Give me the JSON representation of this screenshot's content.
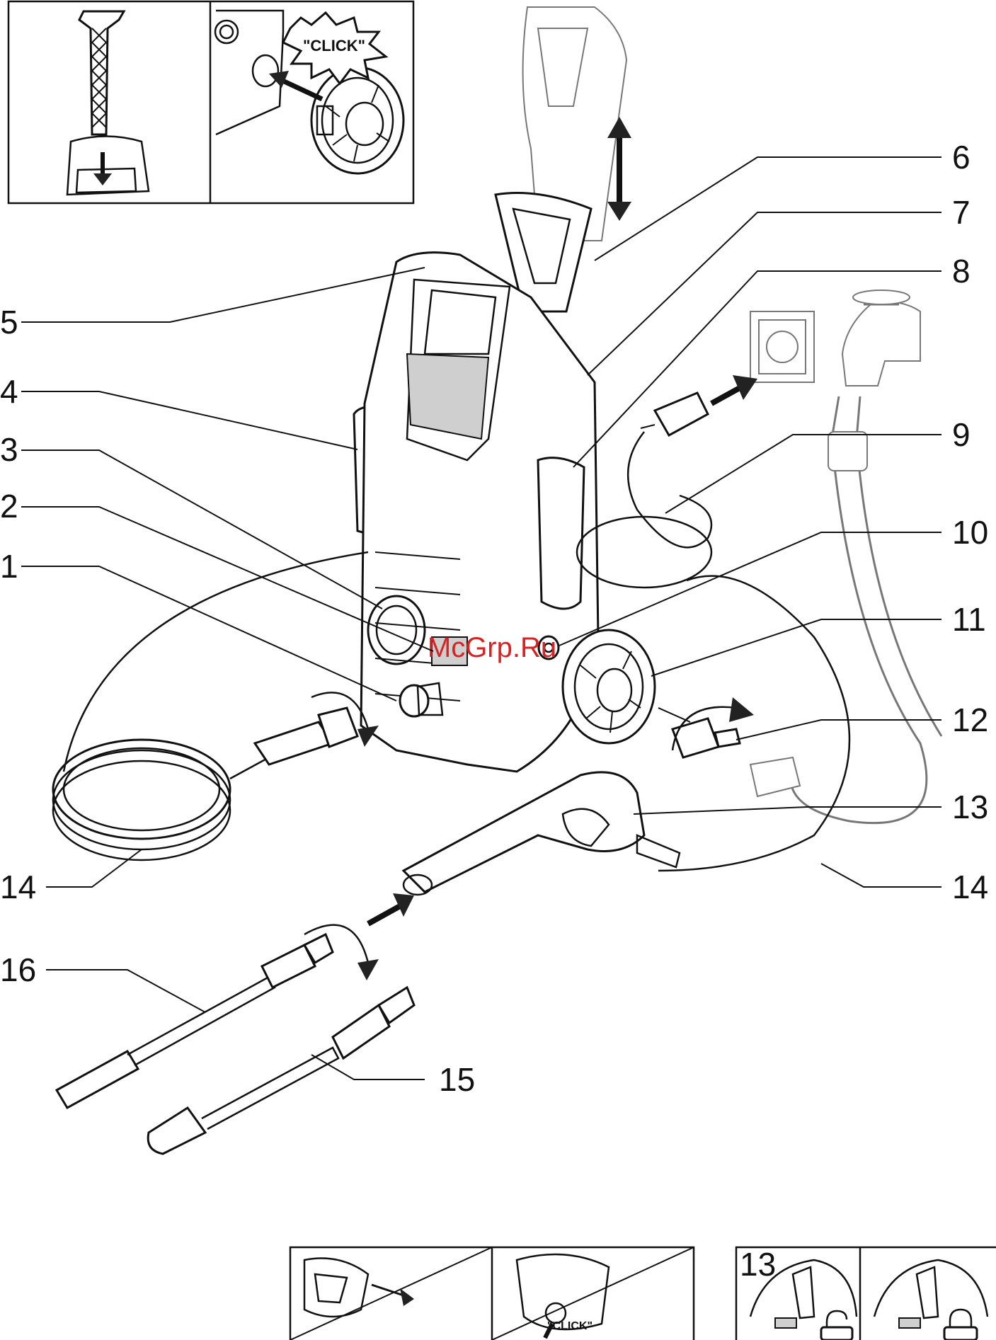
{
  "callouts": [
    {
      "id": "c1",
      "label": "1"
    },
    {
      "id": "c2",
      "label": "2"
    },
    {
      "id": "c3",
      "label": "3"
    },
    {
      "id": "c4",
      "label": "4"
    },
    {
      "id": "c5",
      "label": "5"
    },
    {
      "id": "c6",
      "label": "6"
    },
    {
      "id": "c7",
      "label": "7"
    },
    {
      "id": "c8",
      "label": "8"
    },
    {
      "id": "c9",
      "label": "9"
    },
    {
      "id": "c10",
      "label": "10"
    },
    {
      "id": "c11",
      "label": "11"
    },
    {
      "id": "c12",
      "label": "12"
    },
    {
      "id": "c13",
      "label": "13"
    },
    {
      "id": "c14a",
      "label": "14"
    },
    {
      "id": "c14b",
      "label": "14"
    },
    {
      "id": "c15",
      "label": "15"
    },
    {
      "id": "c16",
      "label": "16"
    }
  ],
  "click_label_top": "\"CLICK\"",
  "click_label_bottom": "\"CLICK\"",
  "inset_lock_label": "13",
  "watermark": "McGrp.Ru",
  "colors": {
    "line": "#111111",
    "watermark": "#d92323",
    "fill_gray": "#cfcfcf"
  }
}
